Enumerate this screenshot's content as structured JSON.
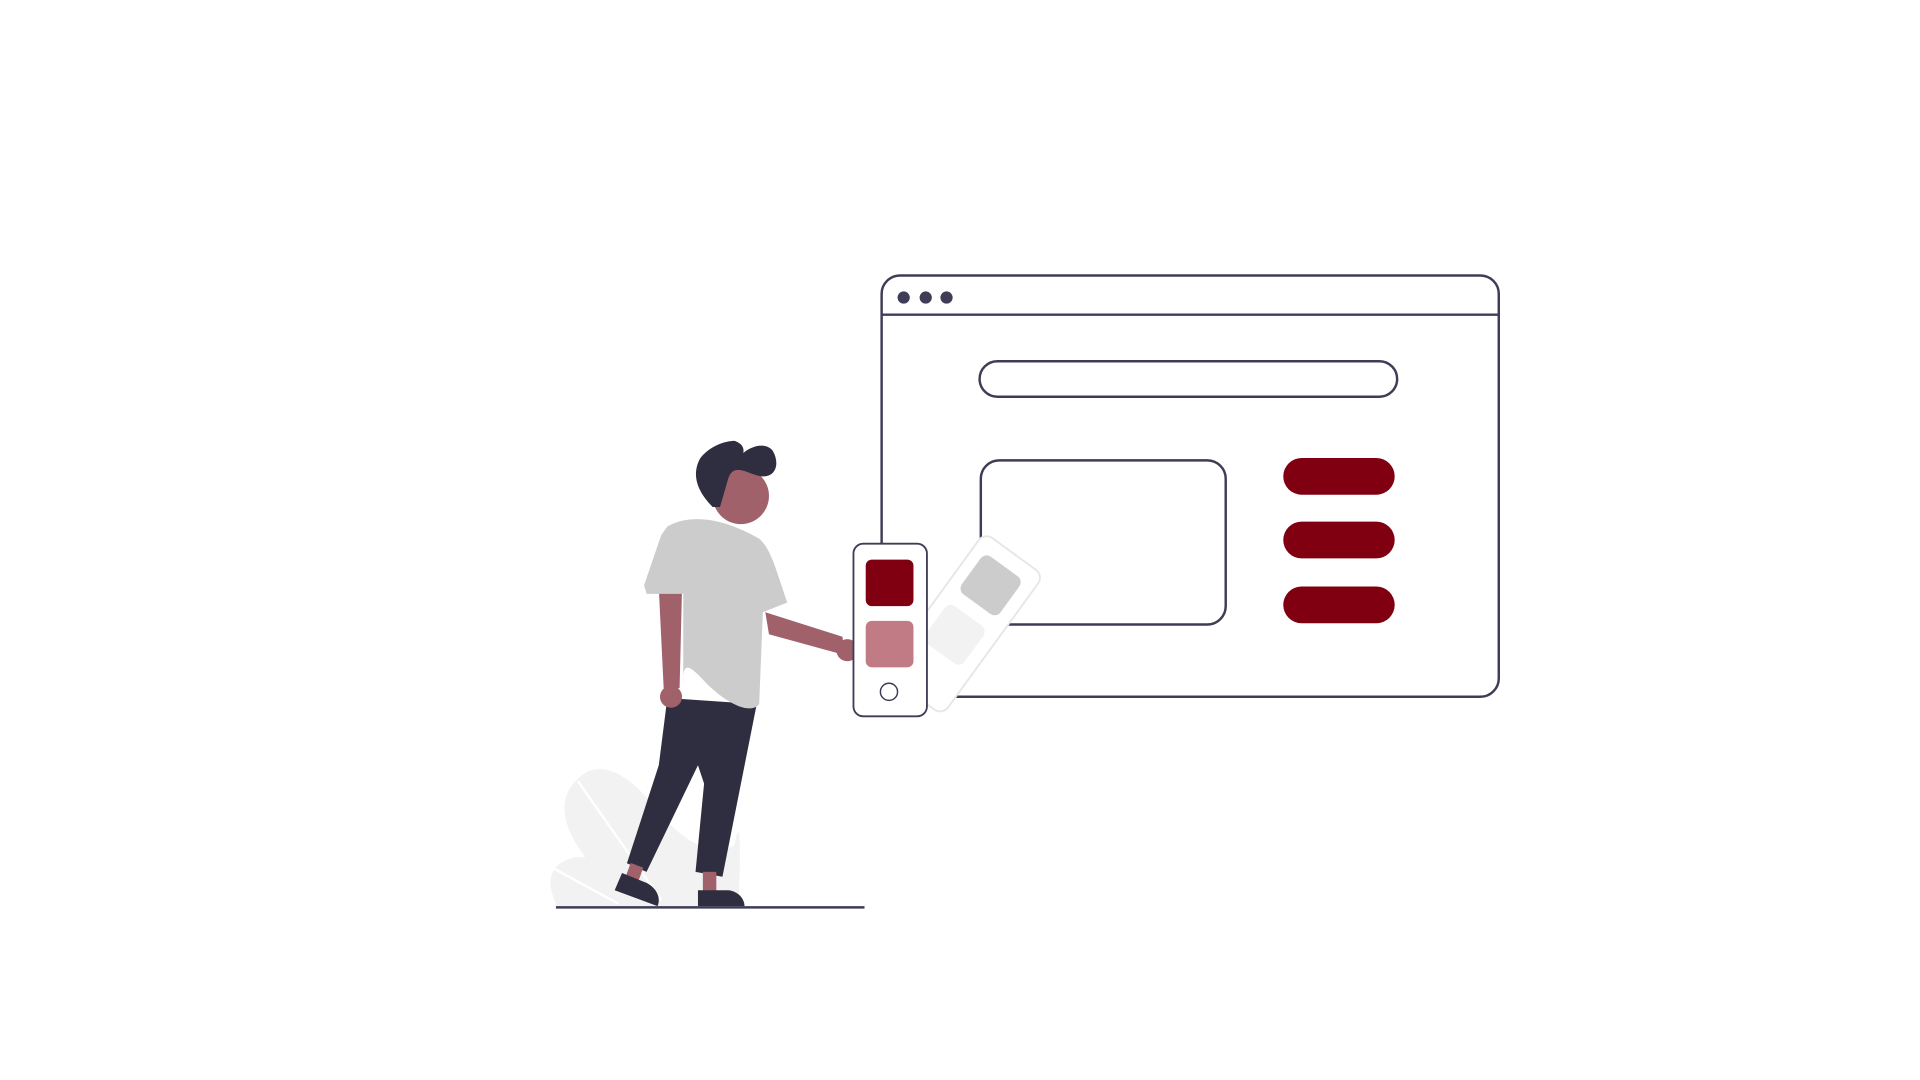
{
  "illustration": {
    "subject": "person-interacting-with-phone-and-browser",
    "colors": {
      "outline": "#3f3d56",
      "accent": "#800012",
      "accent_light": "#c17b84",
      "skin": "#a0616a",
      "hair_and_pants": "#2f2e41",
      "shirt": "#cccccc",
      "plant": "#f2f2f2",
      "card_outline": "#e6e6e6"
    },
    "browser": {
      "window_dots": 3,
      "menu_buttons": 3,
      "icons": [
        "window-dot-icon",
        "search-bar",
        "image-placeholder",
        "menu-button"
      ]
    },
    "phone": {
      "tiles": 2,
      "icons": [
        "phone-tile-primary",
        "phone-tile-secondary",
        "home-button-icon"
      ]
    }
  }
}
